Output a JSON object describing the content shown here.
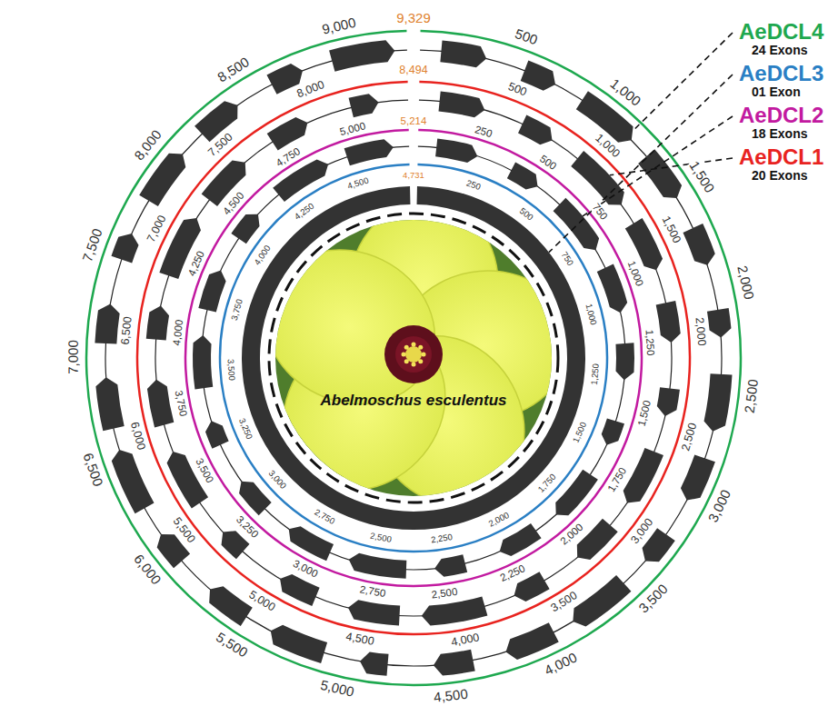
{
  "diagram": {
    "nodes": [
      {
        "text": [
          "Abelmoschus esculentus"
        ]
      }
    ],
    "labels": [
      "AeDCL4",
      "24 Exons",
      "AeDCL3",
      "01 Exon",
      "AeDCL2",
      "18 Exons",
      "AeDCL1",
      "20 Exons",
      "500",
      "1,000",
      "1,500",
      "2,000",
      "2,500",
      "3,000",
      "3,500",
      "4,000",
      "4,500",
      "5,000",
      "5,500",
      "6,000",
      "6,500",
      "7,000",
      "7,500",
      "8,000",
      "8,500",
      "9,000",
      "9,329",
      "500",
      "1,000",
      "1,500",
      "2,000",
      "2,500",
      "3,000",
      "3,500",
      "4,000",
      "4,500",
      "5,000",
      "5,500",
      "6,000",
      "6,500",
      "7,000",
      "7,500",
      "8,000",
      "8,494",
      "250",
      "500",
      "750",
      "1,000",
      "1,250",
      "1,500",
      "1,750",
      "2,000",
      "2,250",
      "2,500",
      "2,750",
      "3,000",
      "3,250",
      "3,500",
      "3,750",
      "4,000",
      "4,250",
      "4,500",
      "4,750",
      "5,000",
      "5,214",
      "250",
      "500",
      "750",
      "1,000",
      "1,250",
      "1,500",
      "1,750",
      "2,000",
      "2,250",
      "2,500",
      "2,750",
      "3,000",
      "3,250",
      "3,500",
      "3,750",
      "4,000",
      "4,250",
      "4,500",
      "4,731"
    ]
  }
}
